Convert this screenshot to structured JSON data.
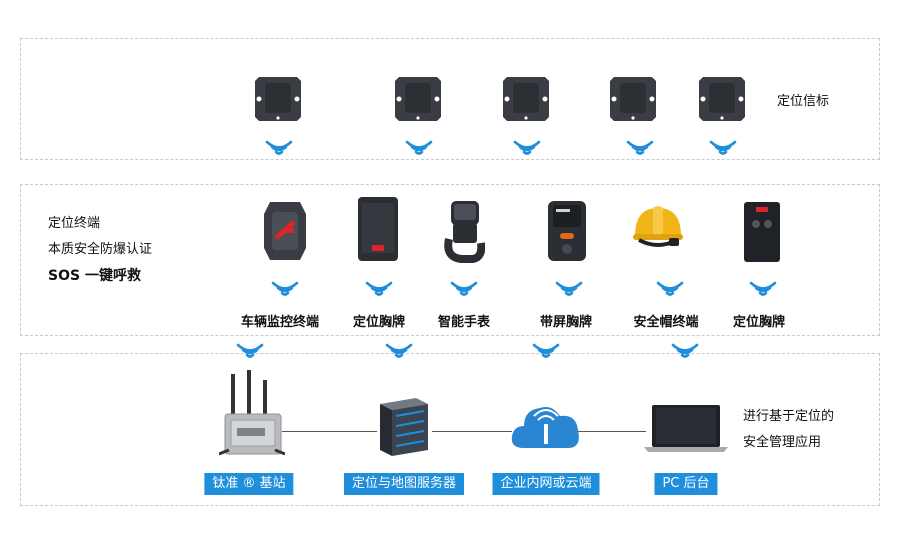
{
  "beacon_section": {
    "label": "定位信标"
  },
  "terminal_section": {
    "lines": [
      "定位终端",
      "本质安全防爆认证",
      "SOS 一键呼救"
    ],
    "devices": [
      "车辆监控终端",
      "定位胸牌",
      "智能手表",
      "带屏胸牌",
      "安全帽终端",
      "定位胸牌"
    ]
  },
  "infra_section": {
    "tags": [
      "钛准 ® 基站",
      "定位与地图服务器",
      "企业内网或云端",
      "PC 后台"
    ],
    "label_lines": [
      "进行基于定位的",
      "安全管理应用"
    ]
  },
  "colors": {
    "accent": "#1f8fdc",
    "device_dark": "#3a3e44",
    "helmet": "#f2b517",
    "badge_red": "#d9262c"
  },
  "icons": [
    "beacon-icon",
    "wifi-signal-icon",
    "vehicle-terminal-icon",
    "badge-icon",
    "smartwatch-icon",
    "screen-badge-icon",
    "helmet-terminal-icon",
    "base-station-icon",
    "server-icon",
    "cloud-icon",
    "laptop-icon"
  ]
}
